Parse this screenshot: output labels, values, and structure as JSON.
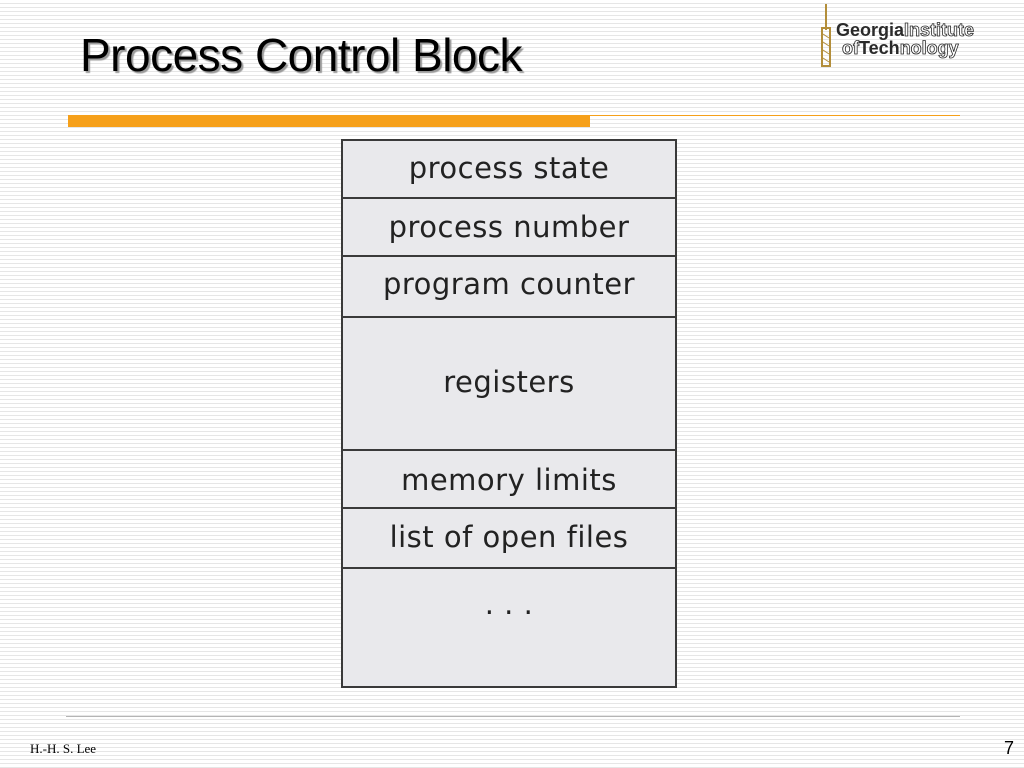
{
  "slide": {
    "title": "Process Control Block",
    "logo_text_line1": "GeorgiaInstitute",
    "logo_text_line2": "ofTechnology"
  },
  "diagram": {
    "rows": [
      {
        "label": "process state"
      },
      {
        "label": "process number"
      },
      {
        "label": "program counter"
      },
      {
        "label": "registers"
      },
      {
        "label": "memory limits"
      },
      {
        "label": "list of open files"
      },
      {
        "label": ". . ."
      }
    ]
  },
  "footer": {
    "author": "H.-H. S. Lee",
    "page_number": "7"
  },
  "colors": {
    "accent": "#f6a01a",
    "box_fill": "#e9e9ec",
    "box_border": "#3a3a3a",
    "logo_gold": "#b38e3a"
  }
}
